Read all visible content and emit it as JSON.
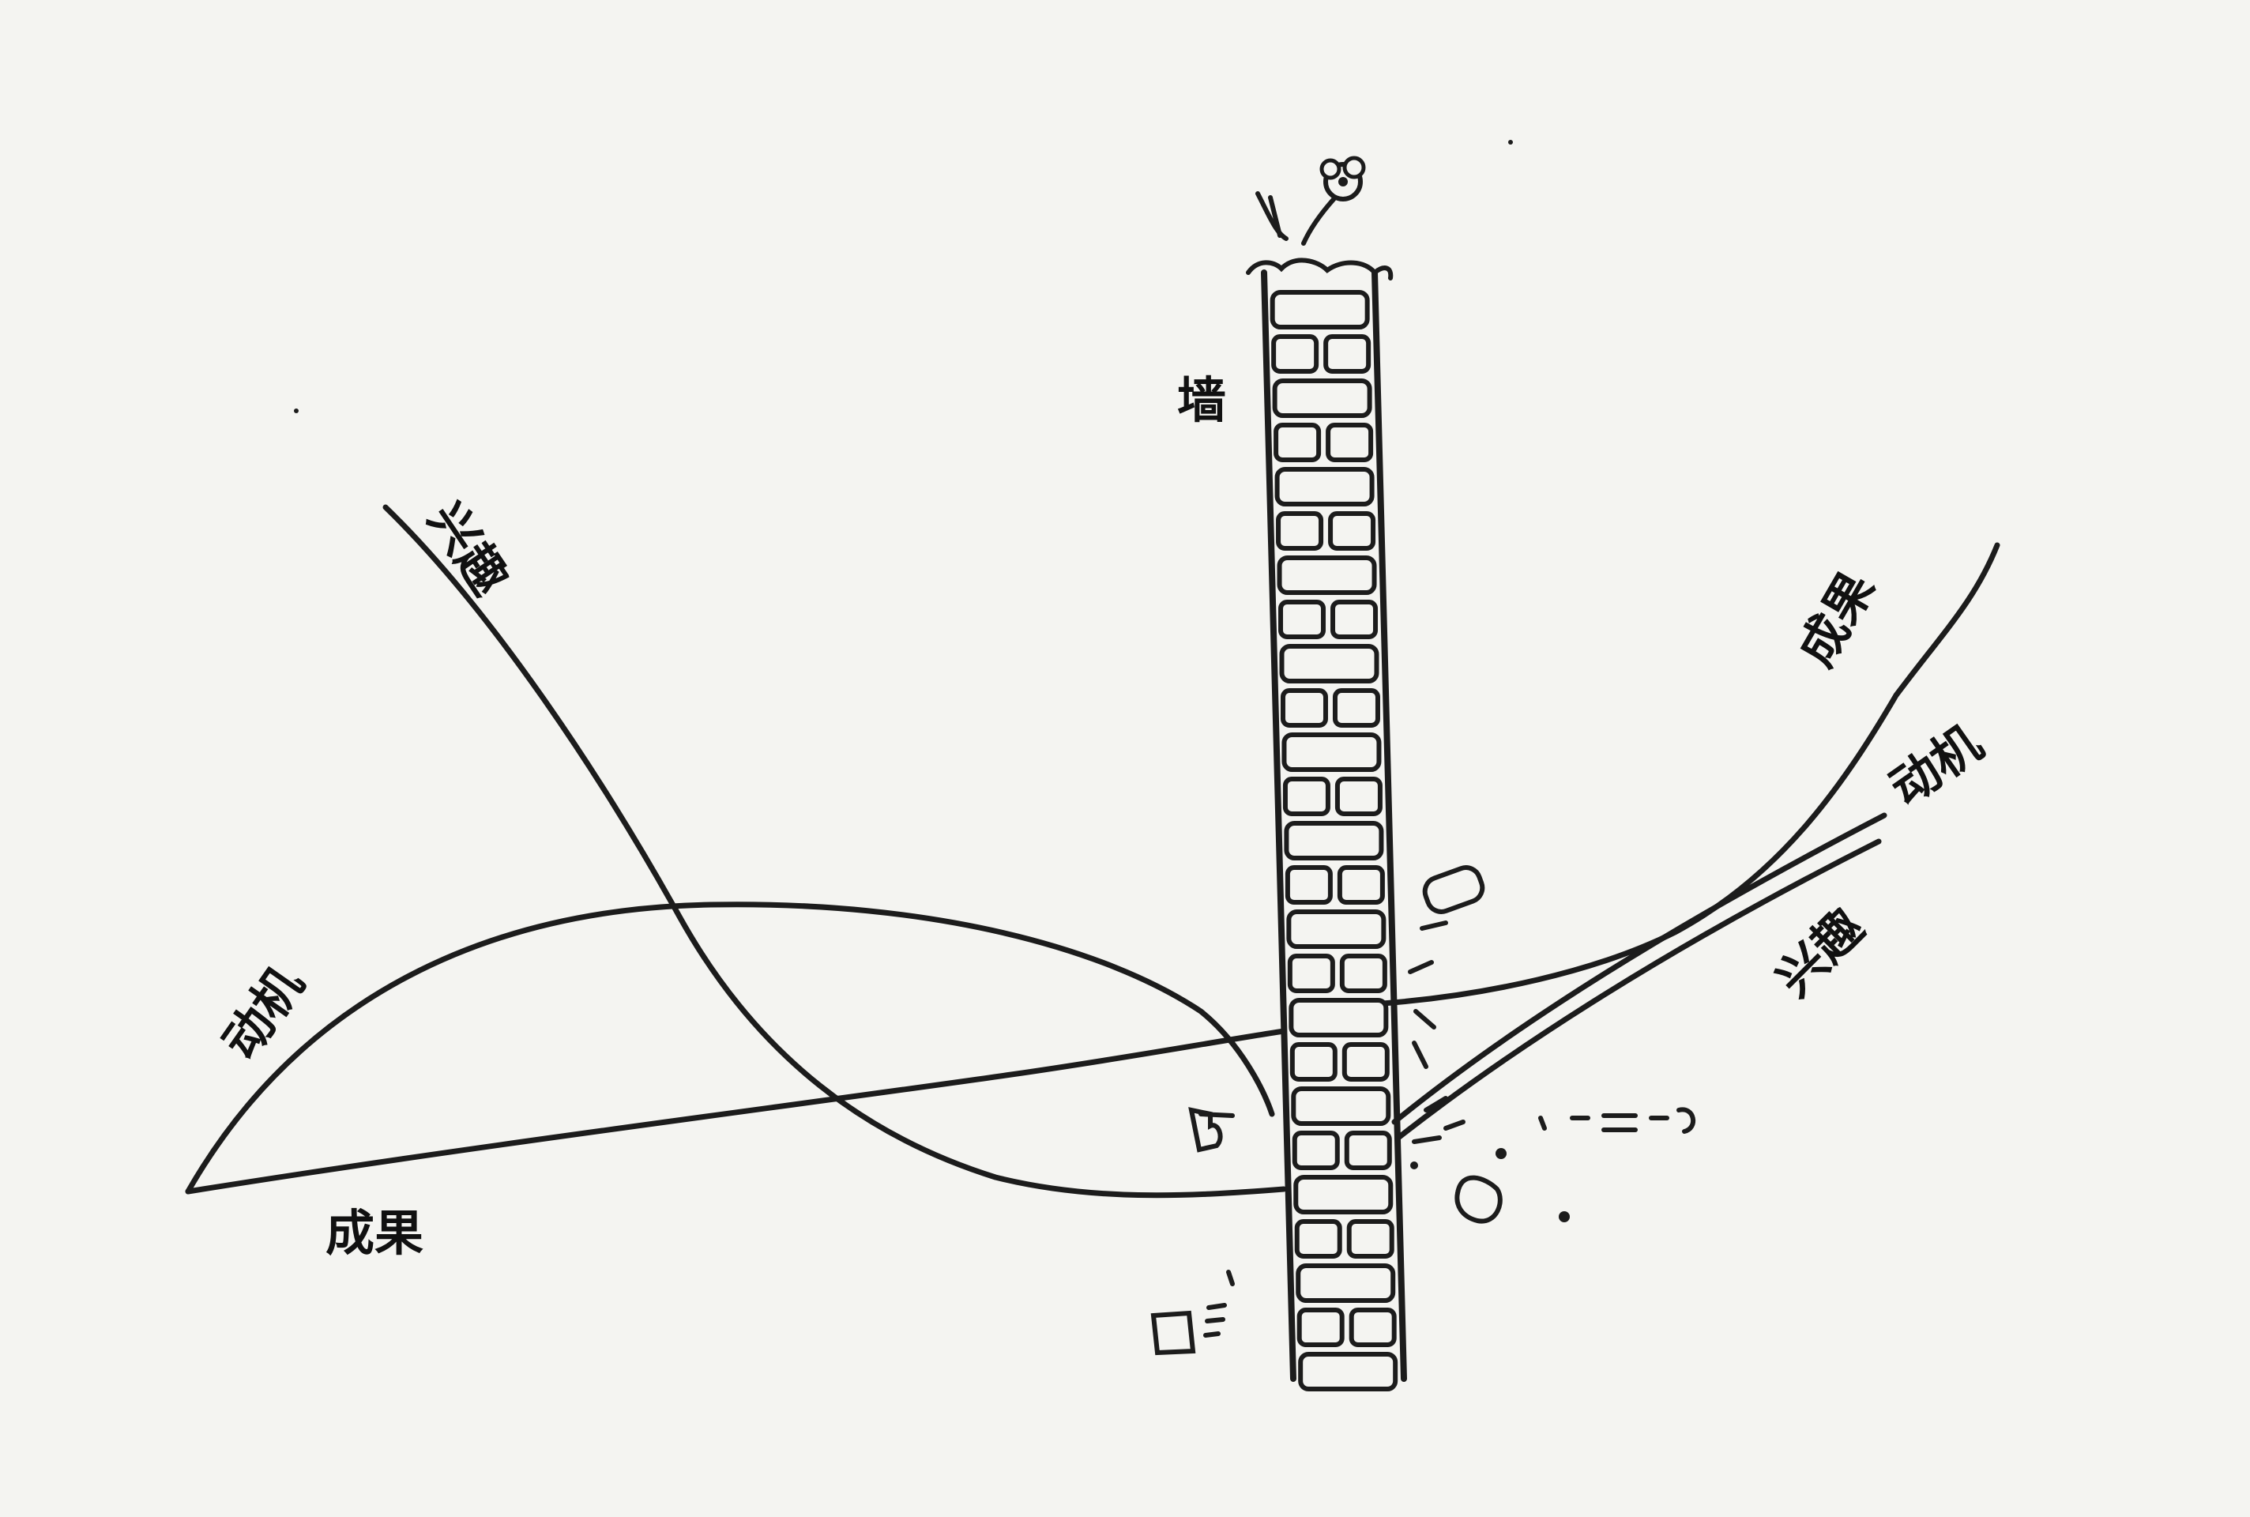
{
  "labels": {
    "wall": "墙",
    "left_interest": "兴趣",
    "left_motivation": "动机",
    "left_result": "成果",
    "right_result": "成果",
    "right_motivation": "动机",
    "right_interest": "兴趣"
  }
}
